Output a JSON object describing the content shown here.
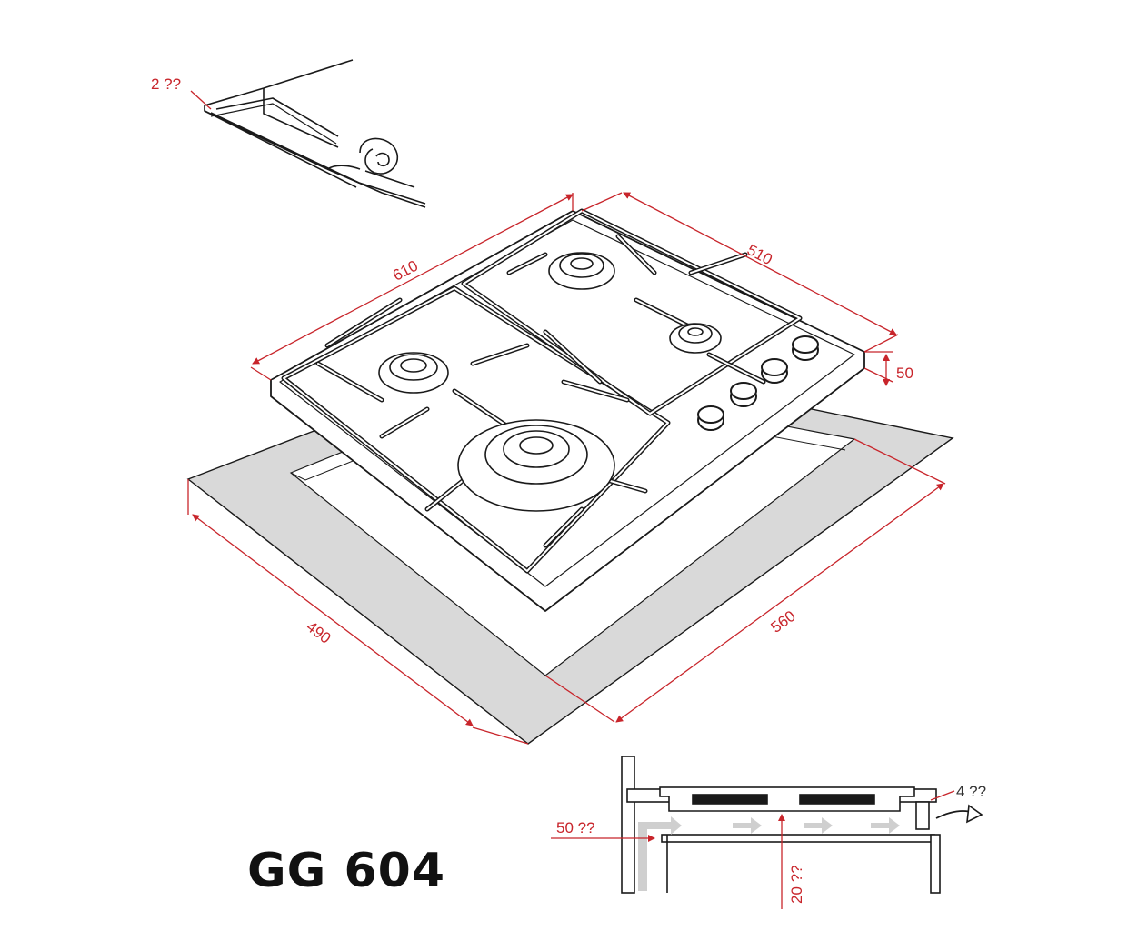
{
  "colors": {
    "dimension": "#c8252b",
    "outline": "#1a1a1a",
    "cutout_fill": "#d9d9d9",
    "arrow_fill": "#cfcfcf"
  },
  "model": "GG 604",
  "dimensions": {
    "seal": "2 ??",
    "width": "610",
    "depth": "510",
    "height": "50",
    "cutout_depth": "490",
    "cutout_width": "560",
    "clearance_side": "50 ??",
    "clearance_top": "20 ??",
    "overhang": "4 ??"
  }
}
